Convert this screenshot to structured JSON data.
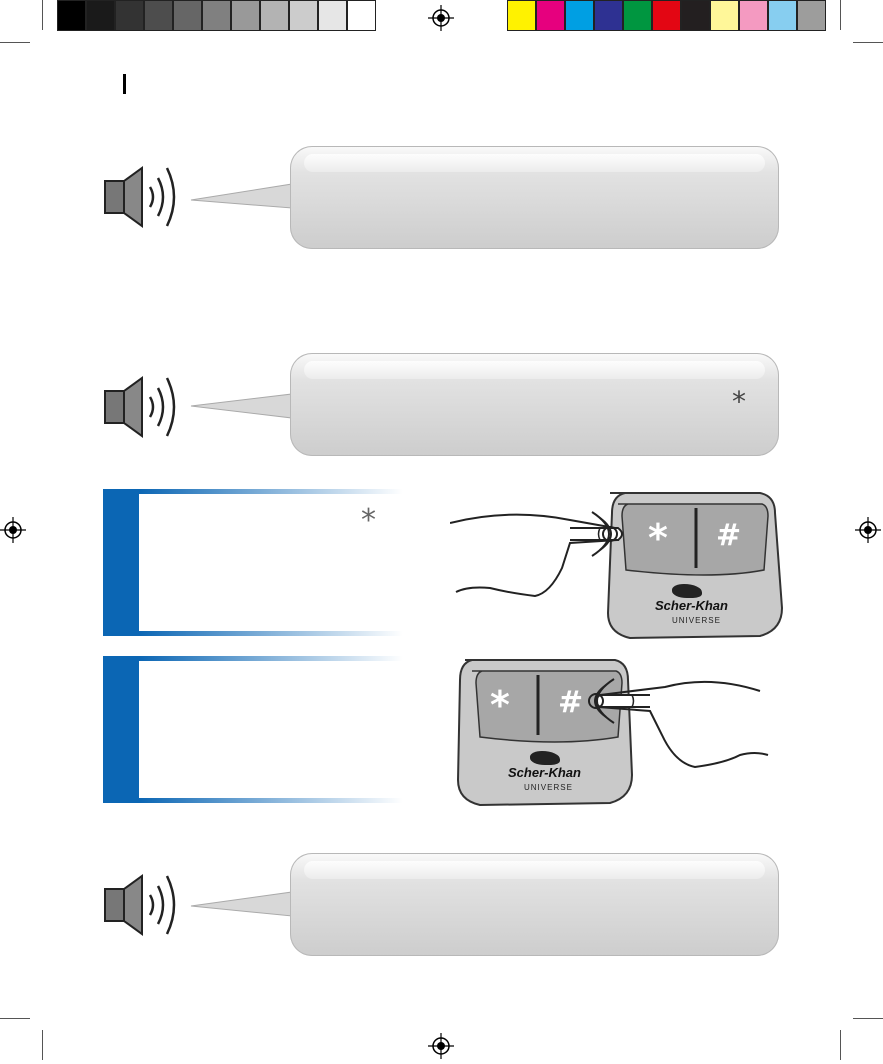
{
  "print_marks": {
    "gray_swatches": [
      "#000000",
      "#1a1a1a",
      "#333333",
      "#4d4d4d",
      "#666666",
      "#808080",
      "#999999",
      "#b3b3b3",
      "#cccccc",
      "#e6e6e6",
      "#ffffff"
    ],
    "color_swatches": [
      "#fff200",
      "#e6007e",
      "#009fe3",
      "#2e3192",
      "#009640",
      "#e30613",
      "#231f20",
      "#fff799",
      "#f49ac1",
      "#87cef0",
      "#9d9d9c"
    ]
  },
  "bubbles": [
    {
      "text": "",
      "star": ""
    },
    {
      "text": "",
      "star": "*"
    },
    {
      "text": "",
      "star": ""
    }
  ],
  "steps": [
    {
      "text": "",
      "star": "*"
    },
    {
      "text": "",
      "star": ""
    }
  ],
  "keypads": [
    {
      "star_key": "*",
      "hash_key": "#",
      "brand": "Scher-Khan",
      "model": "UNIVERSE"
    },
    {
      "star_key": "*",
      "hash_key": "#",
      "brand": "Scher-Khan",
      "model": "UNIVERSE"
    }
  ]
}
